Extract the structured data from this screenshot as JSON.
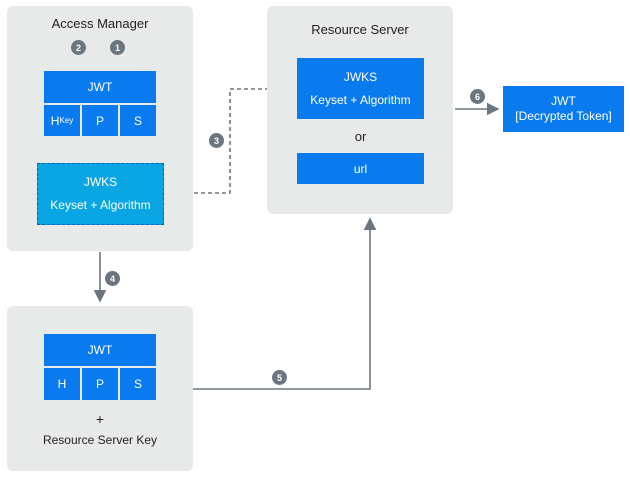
{
  "access_manager": {
    "title": "Access Manager",
    "jwt": "JWT",
    "cells": [
      "H",
      "P",
      "S"
    ],
    "header_sub": "Key",
    "jwks_title": "JWKS",
    "jwks_sub": "Keyset + Algorithm"
  },
  "resource_server": {
    "title": "Resource Server",
    "jwks_title": "JWKS",
    "jwks_sub": "Keyset + Algorithm",
    "or": "or",
    "url": "url"
  },
  "output": {
    "title": "JWT",
    "sub": "[Decrypted Token]"
  },
  "client": {
    "jwt": "JWT",
    "cells": [
      "H",
      "P",
      "S"
    ],
    "plus": "+",
    "key": "Resource Server Key"
  },
  "steps": [
    "1",
    "2",
    "3",
    "4",
    "5",
    "6"
  ],
  "colors": {
    "panel": "#e8e9e9",
    "blue": "#0a7bef",
    "jwks_local": "#0aa6e4",
    "arrow": "#6b7680"
  }
}
